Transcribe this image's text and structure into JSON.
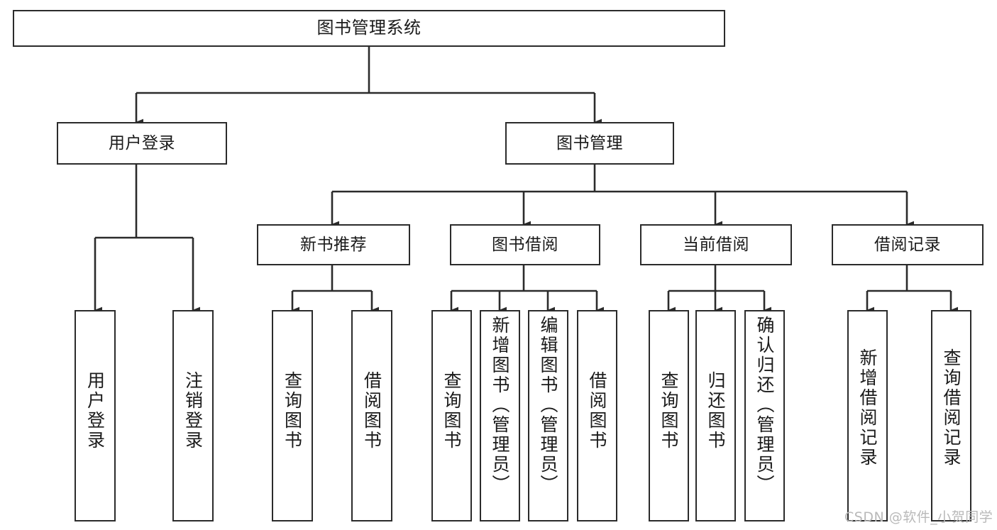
{
  "diagram": {
    "type": "hierarchy-tree",
    "title": "图书管理系统",
    "watermark": "CSDN @软件_小贺同学",
    "colors": {
      "node_border": "#2b2b2b",
      "node_fill": "#ffffff",
      "edge": "#2b2b2b",
      "text": "#1a1a1a",
      "watermark": "#b9b9b9",
      "background": "#ffffff"
    },
    "levels": {
      "root": {
        "label": "图书管理系统"
      },
      "level2": [
        {
          "label": "用户登录"
        },
        {
          "label": "图书管理"
        }
      ],
      "level3": [
        {
          "label": "新书推荐"
        },
        {
          "label": "图书借阅"
        },
        {
          "label": "当前借阅"
        },
        {
          "label": "借阅记录"
        }
      ],
      "leaves": {
        "user_login": [
          {
            "label": "用户登录"
          },
          {
            "label": "注销登录"
          }
        ],
        "new_book": [
          {
            "label": "查询图书"
          },
          {
            "label": "借阅图书"
          }
        ],
        "book_borrow": [
          {
            "label": "查询图书"
          },
          {
            "label": "新增图书（管理员）"
          },
          {
            "label": "编辑图书（管理员）"
          },
          {
            "label": "借阅图书"
          }
        ],
        "current_borrow": [
          {
            "label": "查询图书"
          },
          {
            "label": "归还图书"
          },
          {
            "label": "确认归还（管理员）"
          }
        ],
        "borrow_record": [
          {
            "label": "新增借阅记录"
          },
          {
            "label": "查询借阅记录"
          }
        ]
      }
    }
  }
}
